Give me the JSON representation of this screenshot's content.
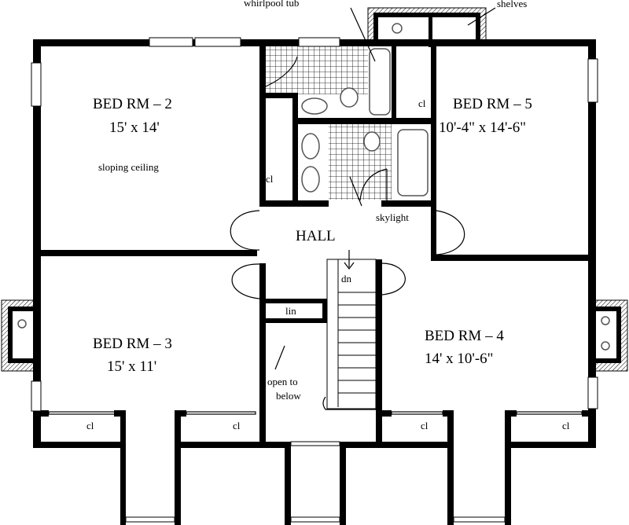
{
  "plan": {
    "annotations": {
      "whirlpool_tub": "whirlpool tub",
      "shelves": "shelves",
      "skylight": "skylight",
      "open_to_below": [
        "open to",
        "below"
      ]
    },
    "rooms": {
      "bed2": {
        "name": "BED RM – 2",
        "size": "15' x 14'",
        "note": "sloping ceiling"
      },
      "bed5": {
        "name": "BED RM – 5",
        "size": "10'-4\" x 14'-6\""
      },
      "bed3": {
        "name": "BED RM – 3",
        "size": "15' x 11'"
      },
      "bed4": {
        "name": "BED RM – 4",
        "size": "14' x 10'-6\""
      },
      "hall": {
        "name": "HALL"
      }
    },
    "closet_label": "cl",
    "linen_label": "lin",
    "stair_label": "dn"
  }
}
